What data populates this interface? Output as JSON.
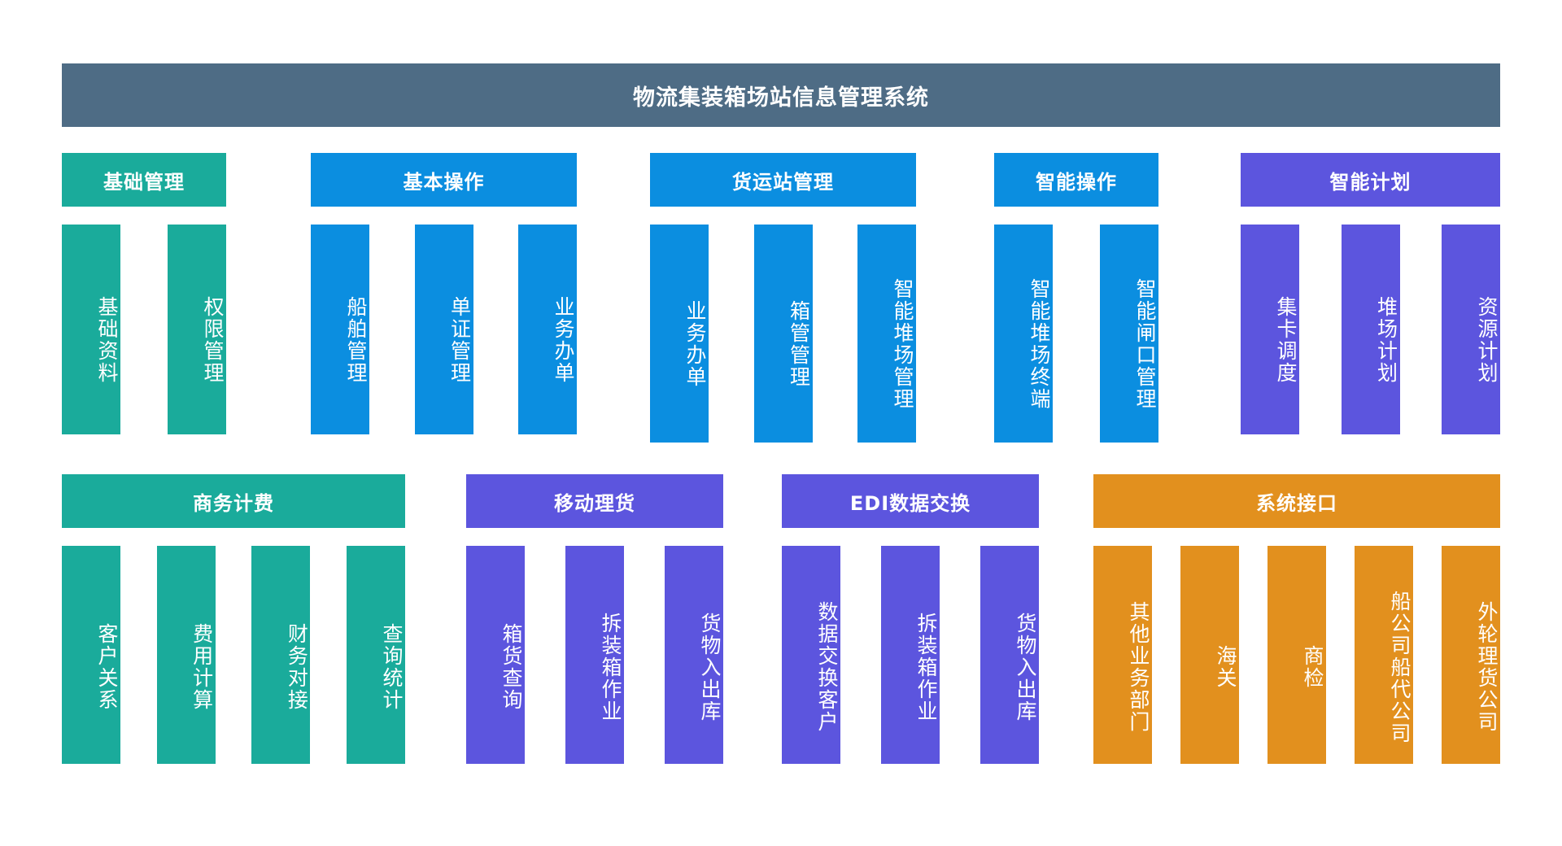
{
  "system": {
    "title": "物流集装箱场站信息管理系统",
    "title_bar_color": "#4e6c85",
    "background_color": "#ffffff"
  },
  "palette": {
    "teal": "#1aab9b",
    "blue": "#0b8ee0",
    "purple": "#5c55de",
    "orange": "#e2901e",
    "header_slate": "#4e6c85",
    "text": "#ffffff"
  },
  "rows": [
    {
      "row_name": "row-1",
      "groups": [
        {
          "name": "基础管理",
          "color": "teal",
          "items": [
            {
              "label": "基础资料"
            },
            {
              "label": "权限管理"
            }
          ]
        },
        {
          "name": "基本操作",
          "color": "blue",
          "items": [
            {
              "label": "船舶管理"
            },
            {
              "label": "单证管理"
            },
            {
              "label": "业务办单"
            }
          ]
        },
        {
          "name": "货运站管理",
          "color": "blue",
          "items": [
            {
              "label": "业务办单"
            },
            {
              "label": "箱管管理"
            },
            {
              "label": "智能堆场管理"
            }
          ]
        },
        {
          "name": "智能操作",
          "color": "blue",
          "items": [
            {
              "label": "智能堆场终端"
            },
            {
              "label": "智能闸口管理"
            }
          ]
        },
        {
          "name": "智能计划",
          "color": "purple",
          "items": [
            {
              "label": "集卡调度"
            },
            {
              "label": "堆场计划"
            },
            {
              "label": "资源计划"
            }
          ]
        }
      ]
    },
    {
      "row_name": "row-2",
      "groups": [
        {
          "name": "商务计费",
          "color": "teal",
          "items": [
            {
              "label": "客户关系"
            },
            {
              "label": "费用计算"
            },
            {
              "label": "财务对接"
            },
            {
              "label": "查询统计"
            }
          ]
        },
        {
          "name": "移动理货",
          "color": "purple",
          "items": [
            {
              "label": "箱货查询"
            },
            {
              "label": "拆装箱作业"
            },
            {
              "label": "货物入出库"
            }
          ]
        },
        {
          "name": "EDI数据交换",
          "color": "purple",
          "items": [
            {
              "label": "数据交换客户"
            },
            {
              "label": "拆装箱作业"
            },
            {
              "label": "货物入出库"
            }
          ]
        },
        {
          "name": "系统接口",
          "color": "orange",
          "items": [
            {
              "label": "其他业务部门"
            },
            {
              "label": "海关"
            },
            {
              "label": "商检"
            },
            {
              "label": "船公司船代公司"
            },
            {
              "label": "外轮理货公司"
            }
          ]
        }
      ]
    }
  ]
}
